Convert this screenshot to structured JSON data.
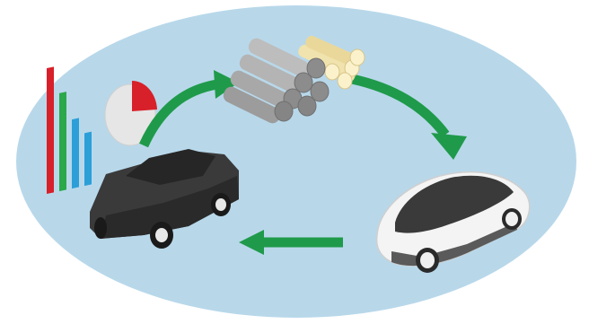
{
  "illustration": {
    "ellipse": {
      "icon": "background-ellipse",
      "color": "#b8d8ea"
    },
    "arrows": {
      "icon": "cycle-arrow",
      "color": "#1f9a4a",
      "count": 3
    },
    "bar_chart": {
      "icon": "bar-chart-icon",
      "bars": [
        {
          "color": "#d8202a",
          "value": 1.0
        },
        {
          "color": "#2aa84a",
          "value": 0.78
        },
        {
          "color": "#2c9fd8",
          "value": 0.55
        },
        {
          "color": "#2c9fd8",
          "value": 0.42
        }
      ]
    },
    "pie_chart": {
      "icon": "pie-chart-icon",
      "base_color": "#e6e6e6",
      "slice_color": "#d8202a",
      "slice_fraction": 0.25
    },
    "raw_materials": {
      "icon": "material-stack-icon",
      "gray_color": "#b4b4b4",
      "gold_color": "#f1e3ad"
    },
    "dark_car": {
      "icon": "dark-car-icon",
      "color": "#333333"
    },
    "white_car": {
      "icon": "white-car-icon",
      "color": "#f4f4f4",
      "glass_color": "#3a3a3a"
    }
  }
}
